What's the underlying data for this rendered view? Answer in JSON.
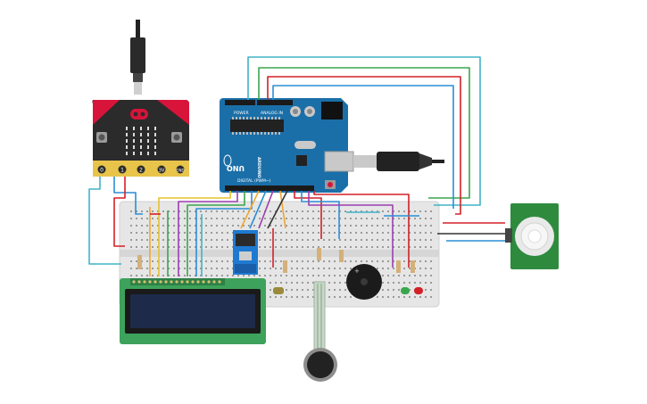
{
  "canvas": {
    "background": "#ffffff"
  },
  "microbit": {
    "pin_labels": [
      "0",
      "1",
      "2",
      "3V",
      "GND"
    ],
    "colors": {
      "board": "#2b2b2b",
      "accent": "#d8143a",
      "edge": "#e8c44a"
    }
  },
  "arduino": {
    "logo": "UNO",
    "brand": "ARDUINO",
    "power_label": "POWER",
    "analog_label": "ANALOG IN",
    "digital_label": "DIGITAL (PWM~)",
    "colors": {
      "board": "#1b6fa8",
      "header": "#1a1a1a"
    }
  },
  "lcd": {
    "colors": {
      "board": "#3da25b",
      "screen": "#1d2a4a"
    }
  },
  "pir": {
    "colors": {
      "board": "#2e8b3e",
      "dome": "#e9e9e9"
    }
  },
  "wires": {
    "colors": {
      "red": "#d32027",
      "green": "#3aa64c",
      "blue": "#2a8fd6",
      "cyan": "#41b3c7",
      "orange": "#f0a830",
      "purple": "#9c3fb0",
      "black": "#333333",
      "yellow": "#e6c32a"
    }
  },
  "leds": {
    "colors": [
      "#3aa64c",
      "#d32027"
    ]
  }
}
